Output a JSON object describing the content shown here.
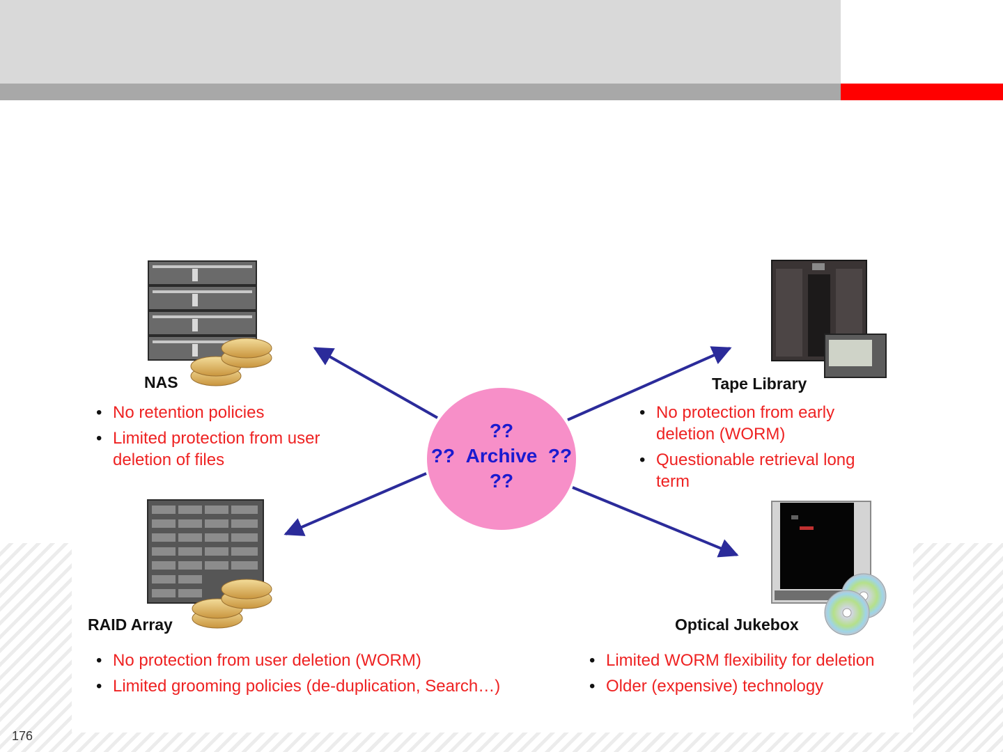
{
  "slide": {
    "page_number": "176",
    "colors": {
      "accent_red": "#ff0000",
      "header_gray": "#d9d9d9",
      "bar_gray": "#a8a8a8",
      "bullet_red": "#ee2222",
      "archive_pink": "#f78fc8",
      "archive_text": "#1a1ad0",
      "arrow_blue": "#2b2b9a"
    }
  },
  "center": {
    "top": "??",
    "left": "??",
    "title": "Archive",
    "right": "??",
    "bottom": "??"
  },
  "nas": {
    "label": "NAS",
    "icon": "server-rack-with-disks-icon",
    "bullets": [
      "No retention policies",
      "Limited protection from user deletion of files"
    ]
  },
  "tape": {
    "label": "Tape Library",
    "icon": "tape-library-cabinet-icon",
    "bullets": [
      "No protection from early deletion (WORM)",
      "Questionable retrieval long term"
    ]
  },
  "raid": {
    "label": "RAID Array",
    "icon": "disk-array-with-disks-icon",
    "bullets": [
      "No protection from user deletion (WORM)",
      "Limited grooming policies (de-duplication, Search…)"
    ]
  },
  "optical": {
    "label": "Optical Jukebox",
    "icon": "optical-jukebox-with-discs-icon",
    "bullets": [
      "Limited WORM flexibility for deletion",
      "Older (expensive) technology"
    ]
  }
}
